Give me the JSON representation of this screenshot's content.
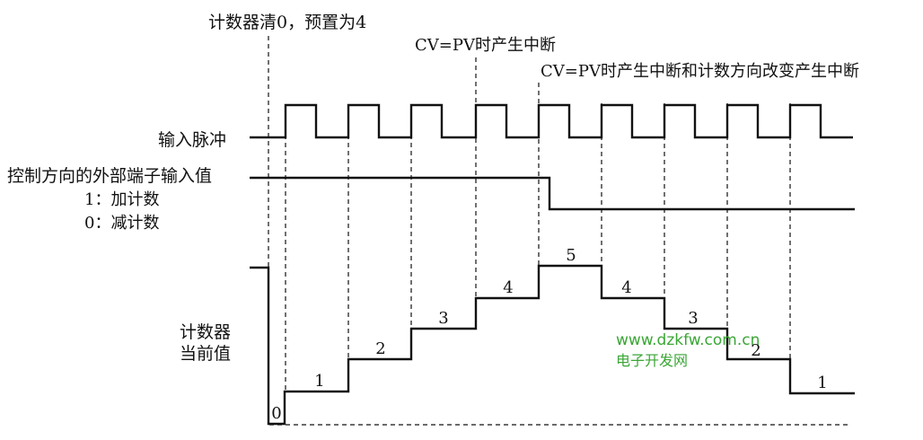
{
  "labels": {
    "annotation_clear": "计数器清0，预置为4",
    "annotation_cv_pv": "CV=PV时产生中断",
    "annotation_cv_pv_dir": "CV=PV时产生中断和计数方向改变产生中断",
    "input_pulse": "输入脉冲",
    "direction_title": "控制方向的外部端子输入值",
    "direction_up": "1：加计数",
    "direction_down": "0：减计数",
    "counter_line1": "计数器",
    "counter_line2": "当前值"
  },
  "counter_values": [
    "0",
    "1",
    "2",
    "3",
    "4",
    "5",
    "4",
    "3",
    "2",
    "1"
  ],
  "watermark": {
    "url": "www.dzkfw.com.cn",
    "name": "电子开发网"
  },
  "colors": {
    "line": "#111111",
    "watermark": "#3aa635"
  }
}
